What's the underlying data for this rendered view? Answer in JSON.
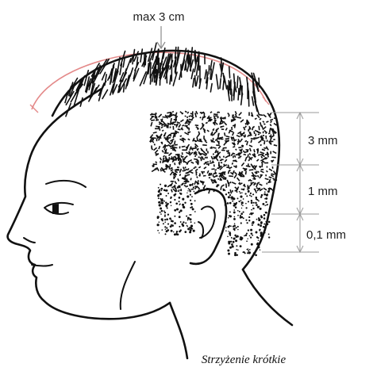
{
  "diagram": {
    "top_label": "max 3 cm",
    "zones": [
      {
        "label": "3 mm"
      },
      {
        "label": "1 mm"
      },
      {
        "label": "0,1 mm"
      }
    ],
    "caption": "Strzyżenie krótkie",
    "colors": {
      "arc": "#e48a8a",
      "outline": "#111111",
      "guide": "#9a9a9a",
      "text": "#222222"
    },
    "icons": {
      "pointer": "down-arrow-icon"
    }
  }
}
